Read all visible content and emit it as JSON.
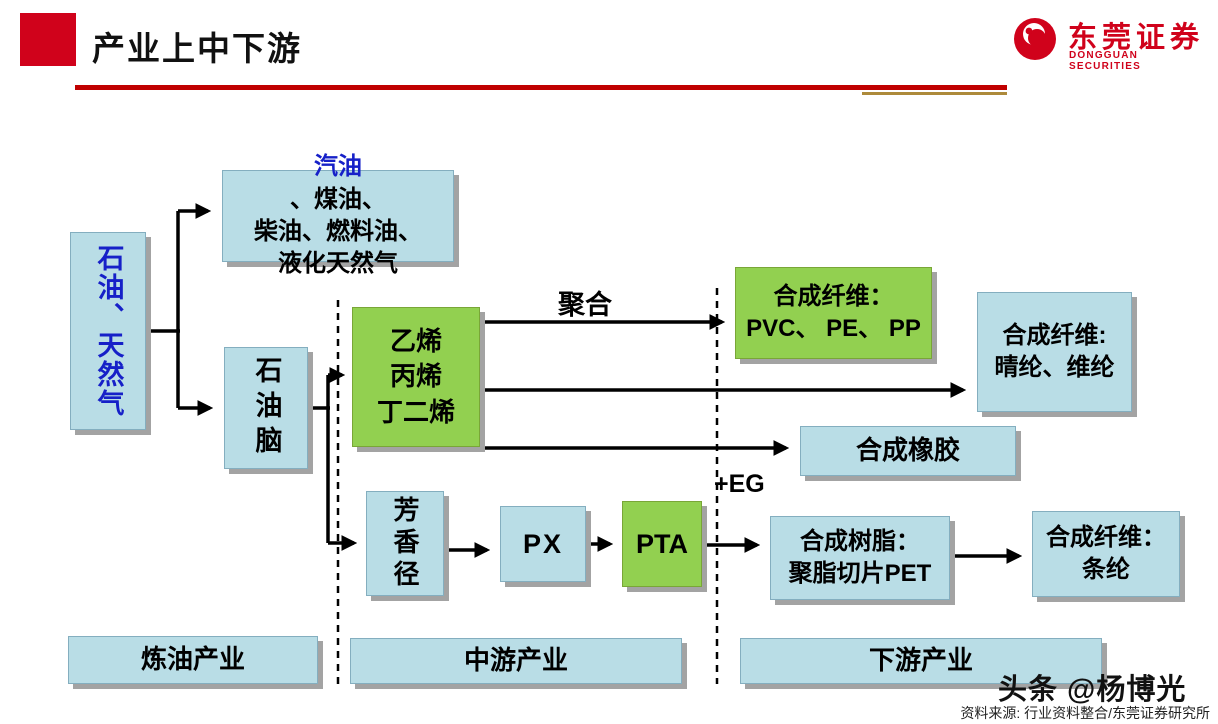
{
  "header": {
    "title": "产业上中下游"
  },
  "logo": {
    "name": "东莞证券",
    "subtitle": "DONGGUAN SECURITIES"
  },
  "diagram": {
    "oil_gas": "石油、天然气",
    "refined": {
      "highlight": "汽油",
      "rest1": "、煤油、",
      "line2": "柴油、燃料油、",
      "line3": "液化天然气"
    },
    "naphtha": "石油脑",
    "olefins": {
      "line1": "乙烯",
      "line2": "丙烯",
      "line3": "丁二烯"
    },
    "labels": {
      "polymerization": "聚合",
      "eg": "+EG"
    },
    "fiber_pvc": {
      "line1": "合成纤维：",
      "line2": "PVC、 PE、 PP"
    },
    "fiber_acrylic": {
      "line1": "合成纤维:",
      "line2": "晴纶、维纶"
    },
    "rubber": "合成橡胶",
    "aromatics": "芳香径",
    "px": "PX",
    "pta": "PTA",
    "resin": {
      "line1": "合成树脂：",
      "line2": "聚脂切片PET"
    },
    "fiber_polyester": {
      "line1": "合成纤维：",
      "line2": "条纶"
    },
    "industry_refining": "炼油产业",
    "industry_midstream": "中游产业",
    "industry_downstream": "下游产业"
  },
  "footer": {
    "watermark": "头条 @杨博光",
    "source": "资料来源: 行业资料整合/东莞证券研究所"
  },
  "colors": {
    "accent_red": "#d0021b",
    "underline_red": "#c00000",
    "underline_gold": "#ad8a3b",
    "box_blue": "#b9dde6",
    "box_green": "#92d050",
    "text_blue": "#1620c8"
  }
}
